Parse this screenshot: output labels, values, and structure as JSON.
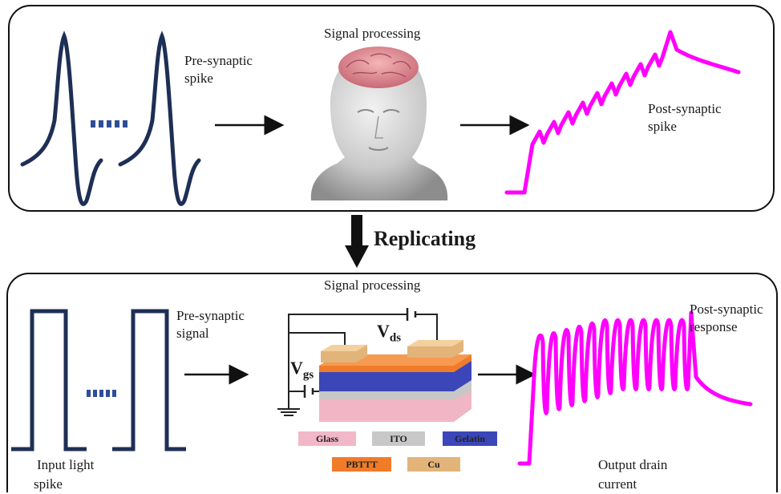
{
  "top": {
    "title": "Signal processing",
    "pre_label": [
      "Pre-synaptic",
      "spike"
    ],
    "post_label": [
      "Post-synaptic",
      "spike"
    ]
  },
  "arrow_label": "Replicating",
  "bottom": {
    "title": "Signal processing",
    "input_label": [
      "Input light",
      "spike"
    ],
    "pre_label": [
      "Pre-synaptic",
      "signal"
    ],
    "post_label": [
      "Post-synaptic",
      "response"
    ],
    "output_label": [
      "Output drain",
      "current"
    ],
    "vds": {
      "main": "V",
      "sub": "ds"
    },
    "vgs": {
      "main": "V",
      "sub": "gs"
    },
    "legend": [
      {
        "label": "Glass",
        "color": "#f2b8c8"
      },
      {
        "label": "ITO",
        "color": "#c8c8c8"
      },
      {
        "label": "Gelatin",
        "color": "#3b46b8"
      },
      {
        "label": "PBTTT",
        "color": "#f07c2a"
      },
      {
        "label": "Cu",
        "color": "#e2b47a"
      }
    ]
  },
  "colors": {
    "spike": "#1e2f55",
    "response": "#ff00ff",
    "border": "#111111"
  },
  "icons": [
    "head-with-brain-icon",
    "ground-icon",
    "battery-icon",
    "ellipsis-dots-icon",
    "down-arrow-icon",
    "right-arrow-icon"
  ]
}
